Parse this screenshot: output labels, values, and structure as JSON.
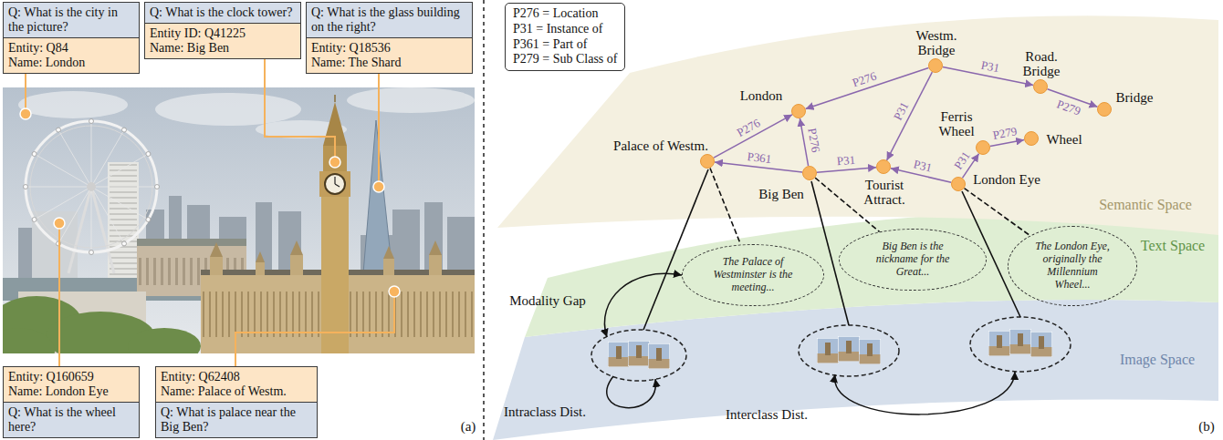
{
  "diagram": {
    "nodes": [
      {
        "text": [
          "Q: What is the city in the picture?"
        ]
      },
      {
        "text": [
          "Entity: Q84",
          "Name: London"
        ]
      },
      {
        "text": [
          "Q: What is the clock tower?"
        ]
      },
      {
        "text": [
          "Entity ID: Q41225",
          "Name: Big Ben"
        ]
      },
      {
        "text": [
          "Q: What is the glass building on the right?"
        ]
      },
      {
        "text": [
          "Entity: Q18536",
          "Name: The Shard"
        ]
      },
      {
        "text": [
          "Entity: Q160659",
          "Name: London Eye"
        ]
      },
      {
        "text": [
          "Q: What is the wheel here?"
        ]
      },
      {
        "text": [
          "Entity: Q62408",
          "Name: Palace of Westm."
        ]
      },
      {
        "text": [
          "Q: What is palace near the Big Ben?"
        ]
      },
      {
        "text": [
          "P276 = Location",
          "P31 = Instance of",
          "P361 = Part of",
          "P279 = Sub Class of"
        ]
      },
      {
        "text": [
          "London"
        ]
      },
      {
        "text": [
          "Westm. Bridge"
        ]
      },
      {
        "text": [
          "Road. Bridge"
        ]
      },
      {
        "text": [
          "Bridge"
        ]
      },
      {
        "text": [
          "Palace of Westm."
        ]
      },
      {
        "text": [
          "Ferris Wheel"
        ]
      },
      {
        "text": [
          "Wheel"
        ]
      },
      {
        "text": [
          "Tourist Attract."
        ]
      },
      {
        "text": [
          "Big Ben"
        ]
      },
      {
        "text": [
          "London Eye"
        ]
      },
      {
        "text": [
          "The Palace of Westminster is the meeting..."
        ]
      },
      {
        "text": [
          "Big Ben is the nickname for the Great..."
        ]
      },
      {
        "text": [
          "The London Eye, originally the Millennium Wheel..."
        ]
      }
    ],
    "edges": [
      {
        "from": 15,
        "to": 11,
        "label": "P276",
        "arrow": "to"
      },
      {
        "from": 12,
        "to": 11,
        "label": "P276",
        "arrow": "to"
      },
      {
        "from": 19,
        "to": 11,
        "label": "P276",
        "arrow": "to"
      },
      {
        "from": 19,
        "to": 15,
        "label": "P361",
        "arrow": "to"
      },
      {
        "from": 19,
        "to": 18,
        "label": "P31",
        "arrow": "to"
      },
      {
        "from": 12,
        "to": 18,
        "label": "P31",
        "arrow": "to"
      },
      {
        "from": 20,
        "to": 18,
        "label": "P31",
        "arrow": "to"
      },
      {
        "from": 12,
        "to": 13,
        "label": "P31",
        "arrow": "to"
      },
      {
        "from": 13,
        "to": 14,
        "label": "P279",
        "arrow": "to"
      },
      {
        "from": 20,
        "to": 16,
        "label": "P31",
        "arrow": "to"
      },
      {
        "from": 16,
        "to": 17,
        "label": "P279",
        "arrow": "to"
      },
      {
        "from": 15,
        "to": 21,
        "arrow": "none"
      },
      {
        "from": 19,
        "to": 22,
        "arrow": "none"
      },
      {
        "from": 20,
        "to": 23,
        "arrow": "none"
      }
    ],
    "labels": [
      "Modality Gap",
      "Intraclass Dist.",
      "Interclass Dist.",
      "Semantic Space",
      "Text Space",
      "Image Space",
      "(a)",
      "(b)"
    ]
  }
}
